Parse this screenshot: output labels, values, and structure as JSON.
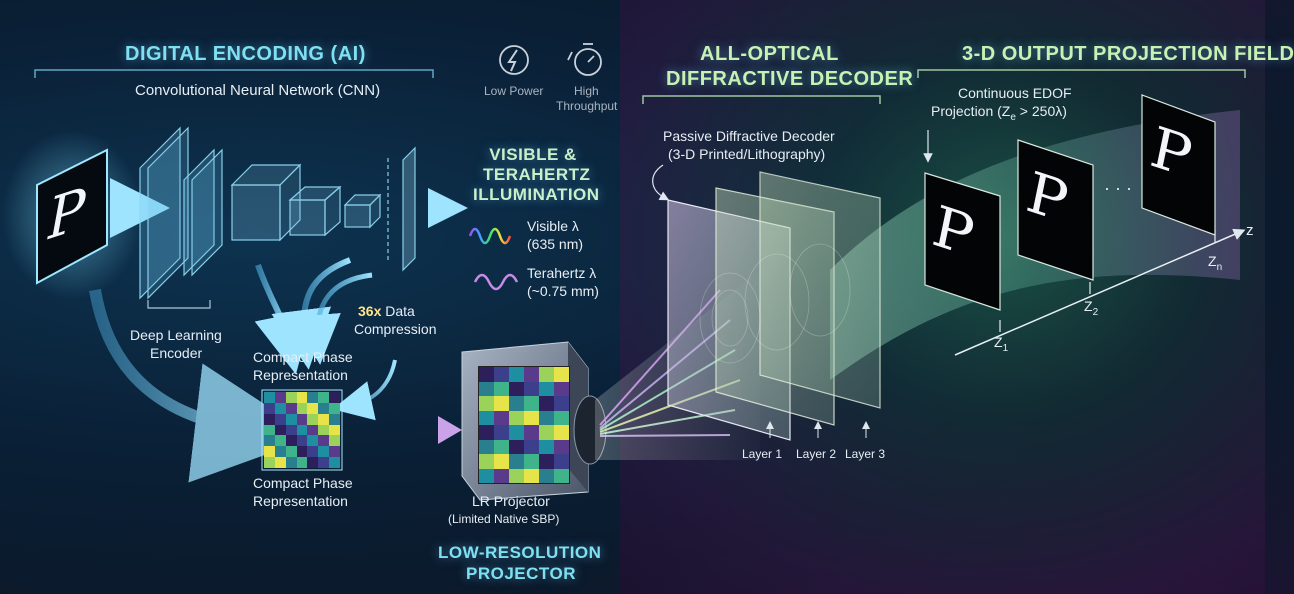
{
  "titles": {
    "digital_encoding": "DIGITAL ENCODING (AI)",
    "optical_decoder_1": "ALL-OPTICAL",
    "optical_decoder_2": "DIFFRACTIVE DECODER",
    "output_field": "3-D OUTPUT PROJECTION FIELD",
    "illumination_1": "VISIBLE &",
    "illumination_2": "TERAHERTZ",
    "illumination_3": "ILLUMINATION",
    "lr_projector_1": "LOW-RESOLUTION",
    "lr_projector_2": "PROJECTOR"
  },
  "labels": {
    "cnn": "Convolutional Neural Network (CNN)",
    "deep_learning_1": "Deep Learning",
    "deep_learning_2": "Encoder",
    "compression_prefix": "36x",
    "compression_1": " Data",
    "compression_2": "Compression",
    "compact_phase_top_1": "Compact Phase",
    "compact_phase_top_2": "Representation",
    "compact_phase_bottom_1": "Compact Phase",
    "compact_phase_bottom_2": "Representation",
    "lr_projector_1": "LR Projector",
    "lr_projector_2": "(Limited Native SBP)",
    "low_power": "Low Power",
    "high_throughput_1": "High",
    "high_throughput_2": "Throughput",
    "visible_1": "Visible λ",
    "visible_2": "(635 nm)",
    "terahertz_1": "Terahertz λ",
    "terahertz_2": "(~0.75 mm)",
    "passive_1": "Passive Diffractive Decoder",
    "passive_2": "(3-D Printed/Lithography)",
    "layer1": "Layer 1",
    "layer2": "Layer 2",
    "layer3": "Layer 3",
    "edof_1": "Continuous EDOF",
    "edof_2_prefix": "Projection (Z",
    "edof_2_sub": "e",
    "edof_2_suffix": " > 250λ)",
    "axis_z": "z",
    "z1": "Z",
    "z1_sub": "1",
    "z2": "Z",
    "z2_sub": "2",
    "zn": "Z",
    "zn_sub": "n",
    "letter_p": "P",
    "ellipsis": "· · ·"
  },
  "colors": {
    "cyan_title": "#7ee0f2",
    "green_title": "#c8f2b4",
    "yellow_title": "#e9e89a",
    "visible_wave": "rainbow",
    "terahertz_wave": "#c98be8"
  }
}
